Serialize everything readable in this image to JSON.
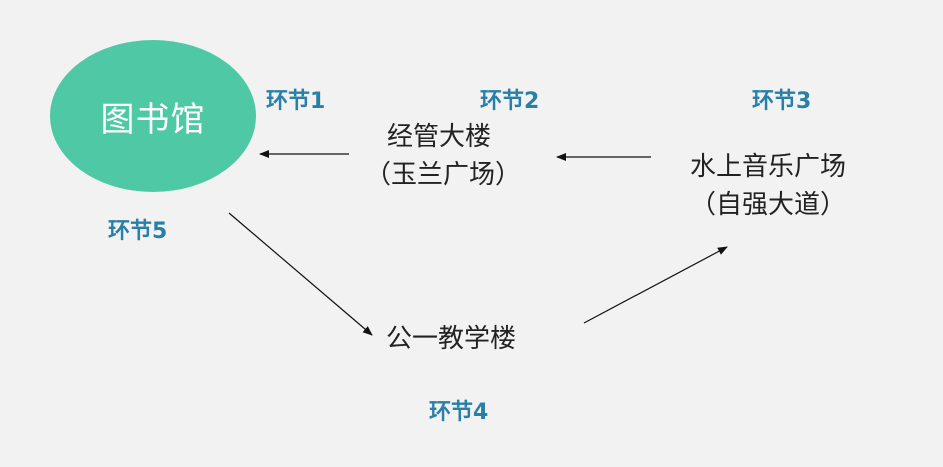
{
  "colors": {
    "background": "#f2f2f2",
    "node_fill": "#4fc8a6",
    "stage_label": "#2a7fa6",
    "arrow": "#111111"
  },
  "nodes": {
    "library": "图书馆",
    "business_building_line1": "经管大楼",
    "business_building_line2": "（玉兰广场）",
    "music_square_line1": "水上音乐广场",
    "music_square_line2": "（自强大道）",
    "teaching_building": "公一教学楼"
  },
  "stages": {
    "s1": "环节1",
    "s2": "环节2",
    "s3": "环节3",
    "s4": "环节4",
    "s5": "环节5"
  }
}
